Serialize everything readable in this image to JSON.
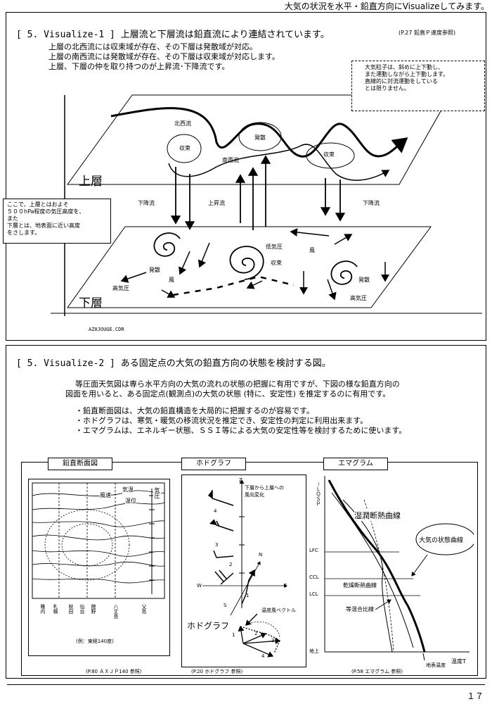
{
  "header": {
    "text": "大気の状況を水平・鉛直方向にVisualizeしてみます。"
  },
  "section1": {
    "title": "[ 5. Visualize-1 ]   上層流と下層流は鉛直流により連結されています。",
    "ref": "(P.27 鉛直Ｐ速度参照)",
    "lines": [
      "上層の北西流には収束域が存在、その下層は発散域が対応。",
      "上層の南西流には発散域が存在、その下層は収束域が対応します。",
      "上層、下層の仲を取り持つのが上昇流･下降流です。"
    ],
    "callout": [
      "大気粒子は、斜めに上下動し、",
      "また運動しながら上下動します。",
      "直線的に対流運動をしている",
      "とは限りません。"
    ],
    "note": [
      "ここで、上層とはおよそ",
      "５００hPa程度の気圧高度を、",
      "また",
      "下層とは、地表面に近い高度",
      "をさします。"
    ],
    "labels": {
      "upper": "上層",
      "lower": "下層",
      "nw": "北西流",
      "sw": "南西流",
      "conv1": "収束",
      "div1": "発散",
      "conv2": "収束",
      "down1": "下降流",
      "up": "上昇流",
      "down2": "下降流",
      "low": "低気圧",
      "wind1": "風",
      "conv3": "収束",
      "div2": "発散",
      "wind2": "風",
      "high1": "高気圧",
      "div3": "発散",
      "high2": "高気圧"
    },
    "file": "AZ0JOUGE.CDR"
  },
  "section2": {
    "title": "[ 5. Visualize-2 ]   ある固定点の大気の鉛直方向の状態を検討する図。",
    "intro": [
      "等圧面天気図は専ら水平方向の大気の流れの状態の把握に有用ですが、下図の様な鉛直方向の",
      "図面を用いると、ある固定点(観測点)の大気の状態 (特に、安定性) を推定するのに有用です。"
    ],
    "bullets": [
      "・鉛直断面図は、大気の鉛直構造を大局的に把握するのが容易です。",
      "・ホドグラフは、寒気・暖気の移流状況を推定でき、安定性の判定に利用出来ます。",
      "・エマグラムは、エネルギー状態、ＳＳＩ等による大気の安定性等を検討するために使います。"
    ],
    "tabs": {
      "cross": "鉛直断面図",
      "hodo": "ホドグラフ",
      "emagram": "エマグラム"
    },
    "cross": {
      "wind": "風速",
      "temp1": "気温",
      "temp2": "温位",
      "pressure": "気圧",
      "stations": [
        "稚内",
        "札幌",
        "秋田",
        "仙台",
        "館野",
        "八丈島",
        "父島"
      ],
      "caption": "(例：東経140度)"
    },
    "hodo": {
      "z": "Z",
      "note": [
        "下層から上層への",
        "風向変化"
      ],
      "n": "N",
      "w": "W",
      "e": "E",
      "s": "S",
      "shear": "温度風ベクトル",
      "title": "ホドグラフ",
      "nums_top": [
        "4",
        "3",
        "2",
        "1"
      ],
      "nums_bottom": [
        "1",
        "2",
        "3",
        "4"
      ]
    },
    "emagram": {
      "axis_top": "－ＬＯＳＰ",
      "lfc": "LFC",
      "ccl": "CCL",
      "lcl": "LCL",
      "sfc": "地上",
      "wet": "湿潤断熱曲線",
      "state": "大気の状態曲線",
      "dry": "乾燥断熱曲線",
      "mix": "等混合比線",
      "temp": "温度T",
      "obs": "地表温度"
    },
    "refs": {
      "r1": "(P.80  ＡＸＪＰ140  参照)",
      "r2": "(P.20  ホドグラフ  参照)",
      "r3": "(P.58 エマグラム  参照)"
    }
  },
  "footer": {
    "page": "１７"
  }
}
